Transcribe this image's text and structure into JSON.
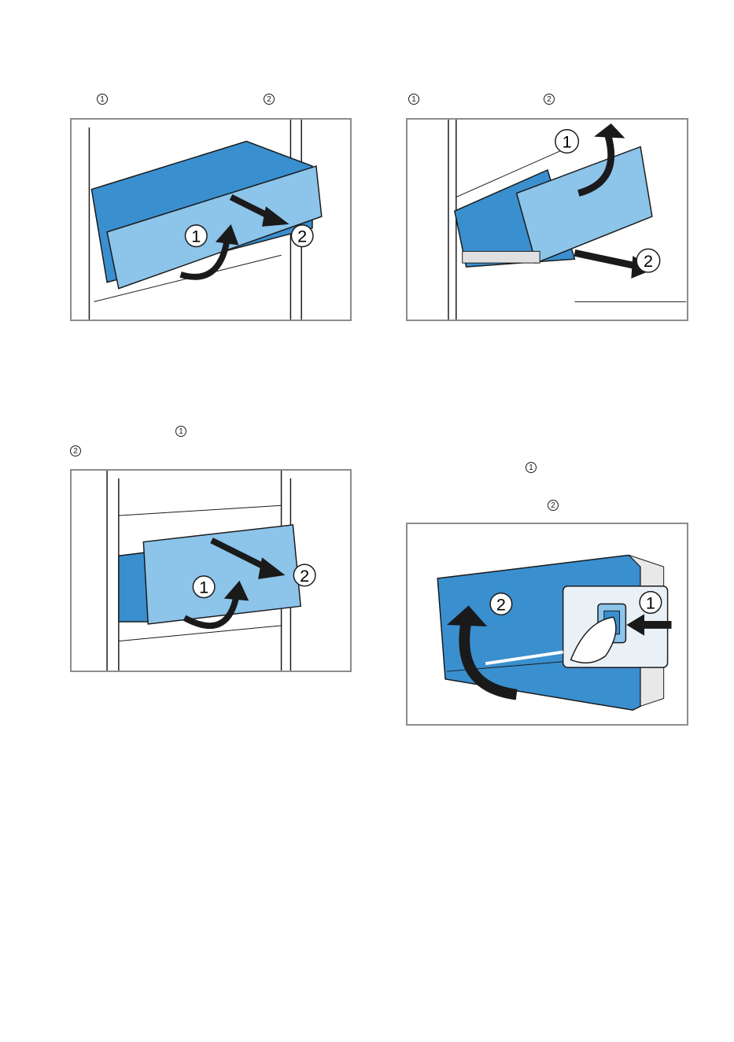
{
  "marks": {
    "one": "1",
    "two": "2"
  },
  "figures": {
    "fig_a": {
      "step1": "1",
      "step2": "2"
    },
    "fig_b": {
      "step1": "1",
      "step2": "2"
    },
    "fig_c": {
      "step1": "1",
      "step2": "2"
    },
    "fig_d": {
      "step1": "1",
      "step2": "2"
    }
  },
  "colors": {
    "drawer_dark": "#3a8fcf",
    "drawer_light": "#8cc4ea",
    "frame": "#8c8c8c",
    "line": "#1a1a1a"
  }
}
